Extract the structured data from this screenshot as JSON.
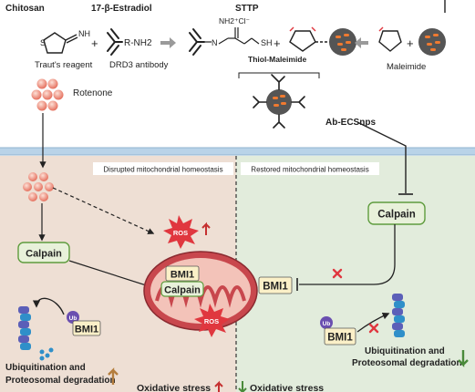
{
  "top": {
    "chitosan": "Chitosan",
    "estradiol": "17-β-Estradiol",
    "sttp": "STTP",
    "trauts_reagent": "Traut's reagent",
    "drd3_antibody": "DRD3 antibody",
    "amine_label": "R-NH2",
    "imine_label": "NH",
    "charge_label": "NH2⁺Cl⁻",
    "sh_label": "SH",
    "thiol_maleimide": "Thiol-Maleimide",
    "maleimide": "Maleimide",
    "ab_ecsnps": "Ab-ECSnps",
    "plus": "+"
  },
  "left": {
    "rotenone": "Rotenone",
    "panel_title": "Disrupted mitochondrial homeostasis",
    "calpain": "Calpain",
    "ros_top": "ROS",
    "bmi1": "BMI1",
    "ub": "Ub",
    "ubiquitination_line1": "Ubiquitination and",
    "ubiquitination_line2": "Proteosomal degradation",
    "oxidative_stress": "Oxidative stress"
  },
  "mito": {
    "bmi1": "BMI1",
    "calpain": "Calpain",
    "ros": "ROS"
  },
  "right": {
    "panel_title": "Restored mitochondrial homeostasis",
    "calpain": "Calpain",
    "bmi1": "BMI1",
    "bmi1_lower": "BMI1",
    "ub": "Ub",
    "ubiquitination_line1": "Ubiquitination and",
    "ubiquitination_line2": "Proteosomal degradation",
    "oxidative_stress": "Oxidative stress"
  },
  "colors": {
    "left_bg": "#eedfd4",
    "right_bg": "#e2ecdc",
    "membrane": "#b9d3e8",
    "calpain_fill": "#e8f1da",
    "calpain_border": "#5f9c3e",
    "bmi1_fill": "#fbf0c8",
    "ros_red": "#e0373f",
    "mito_outer": "#c8474d",
    "mito_inner": "#f3c3b9",
    "up_arrow": "#b47d3d",
    "down_arrow": "#4a8a3a",
    "block_x": "#e0373f",
    "nanoparticle": "#555555",
    "nanoparticle_cargo": "#f07a30"
  }
}
